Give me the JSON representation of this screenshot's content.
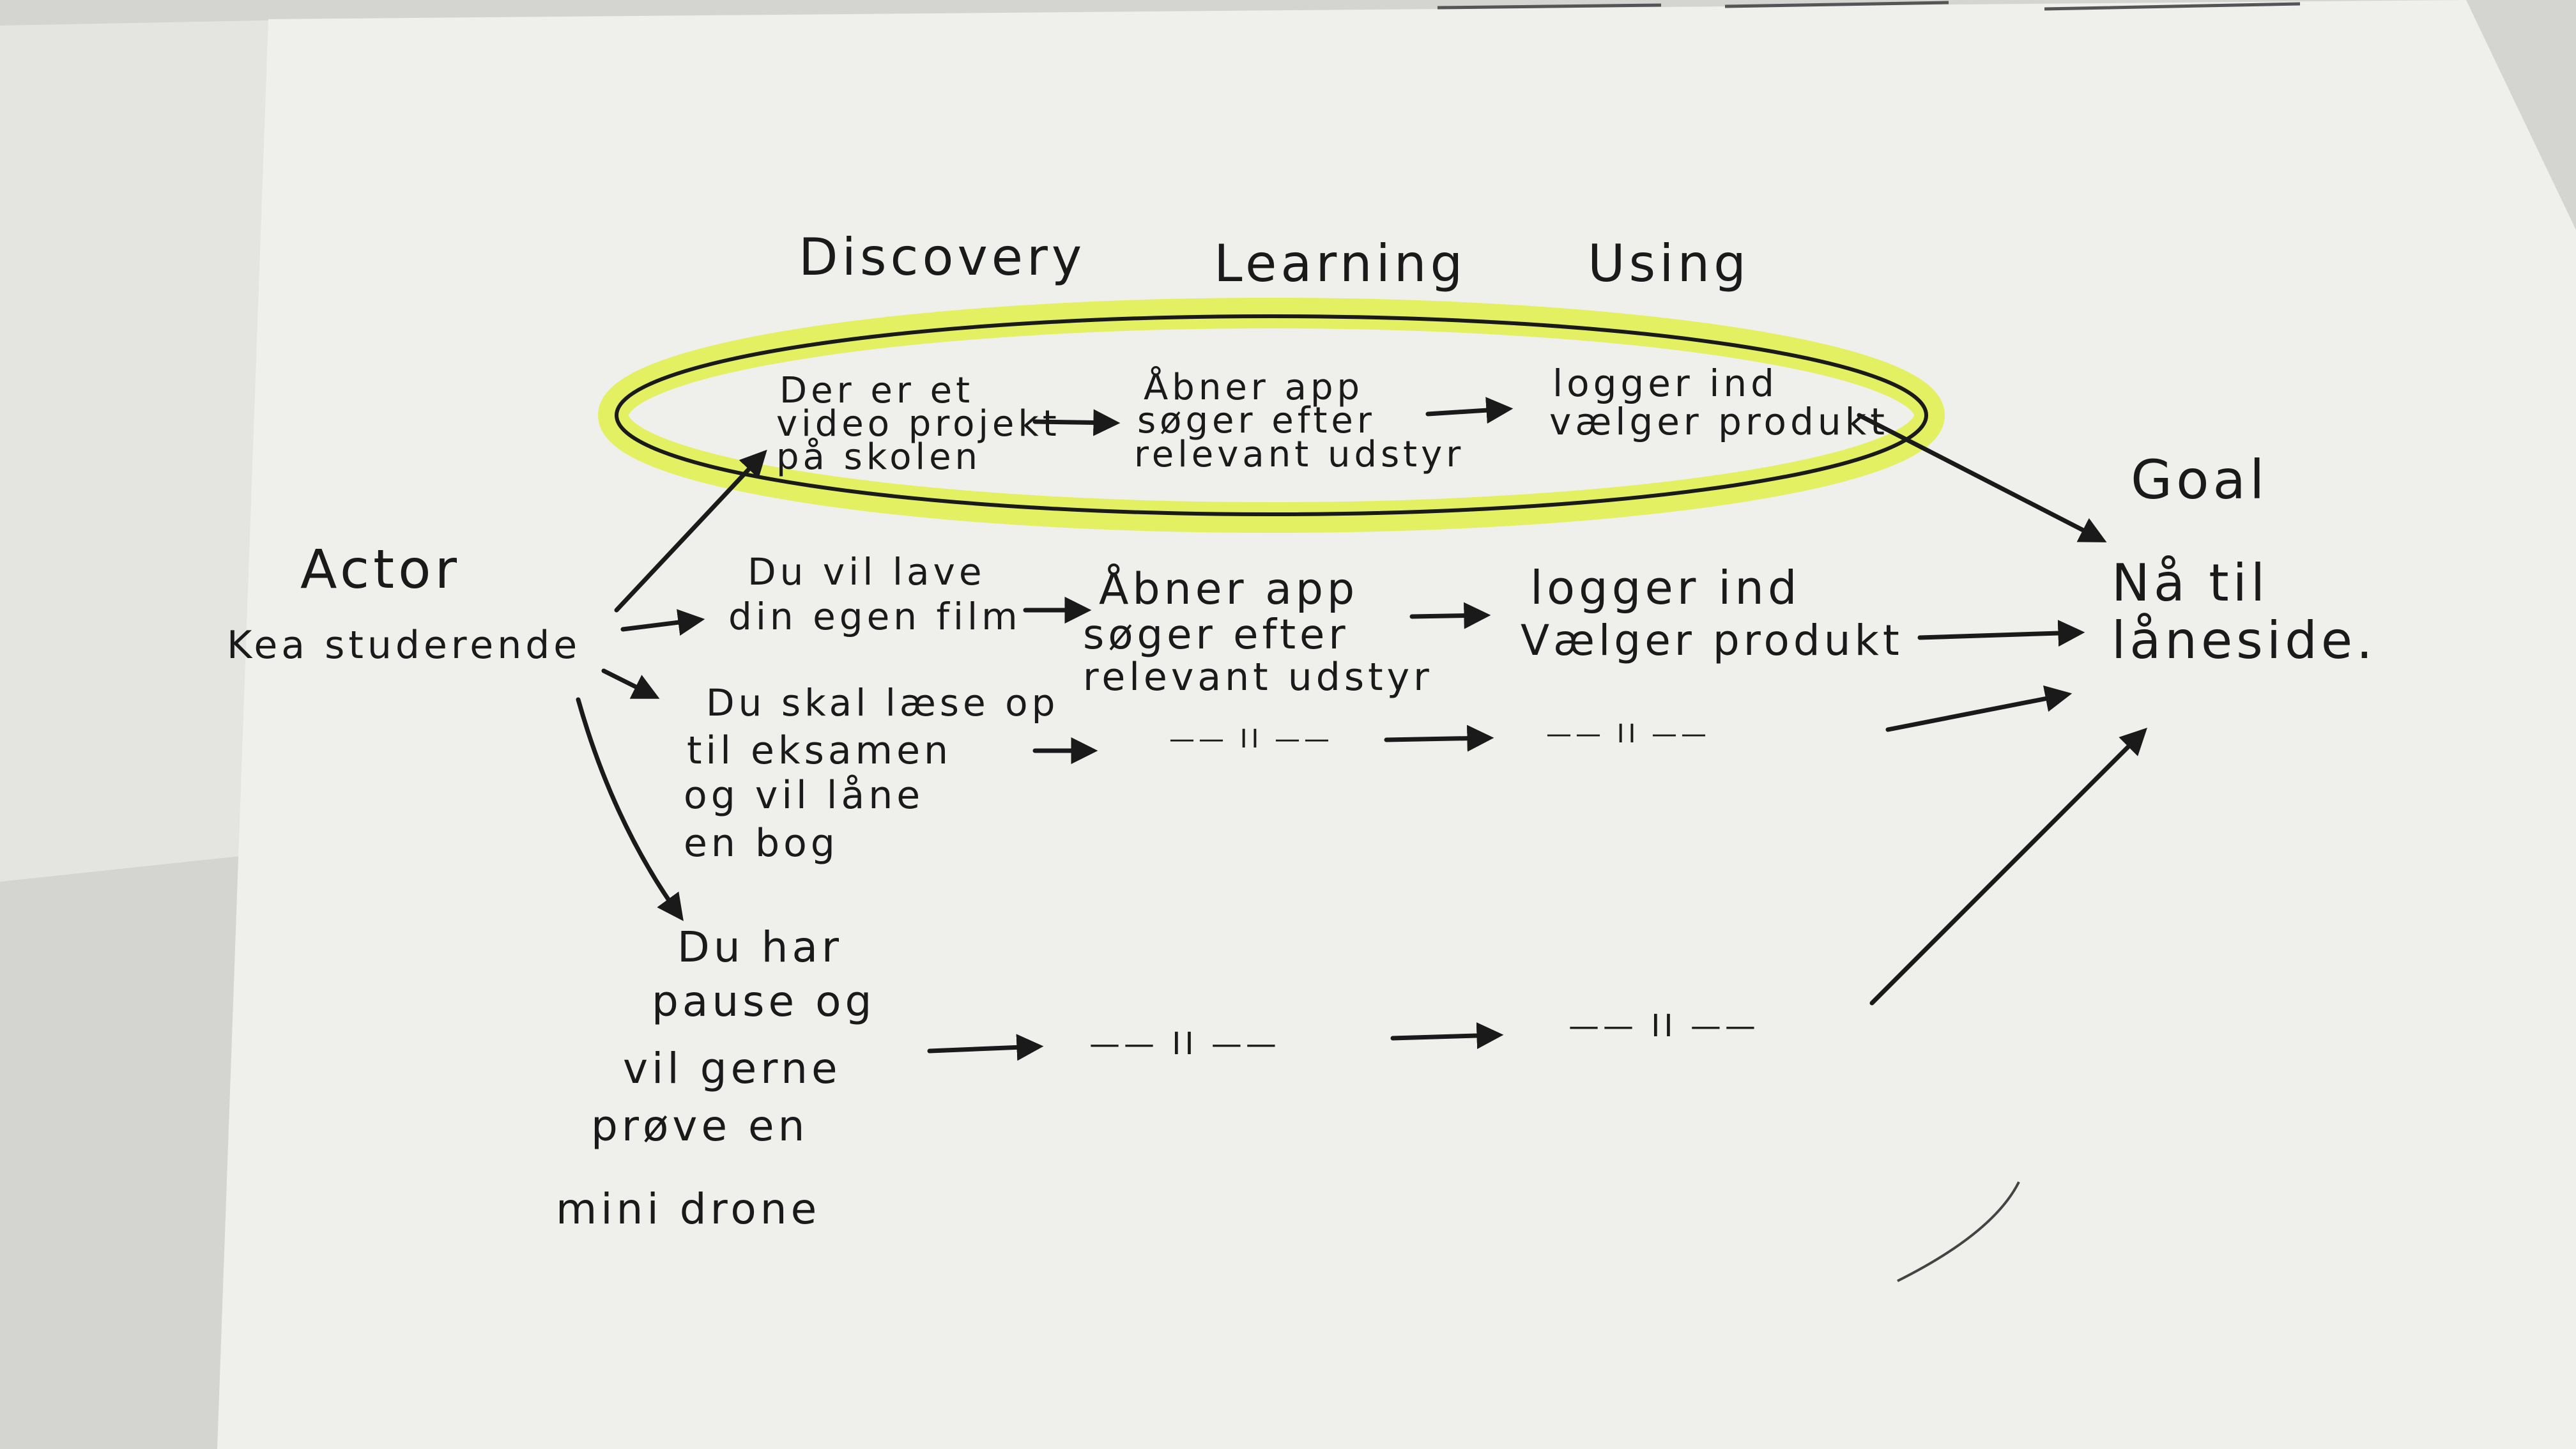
{
  "stages": {
    "discovery": "Discovery",
    "learning": "Learning",
    "using": "Using"
  },
  "actor": {
    "heading": "Actor",
    "name": "Kea studerende"
  },
  "goal": {
    "heading": "Goal",
    "line1": "Nå til",
    "line2": "låneside."
  },
  "highlighted_row": {
    "discovery": [
      "Der er et",
      "video projekt",
      "på skolen"
    ],
    "learning": [
      "Åbner app",
      "søger efter",
      "relevant udstyr"
    ],
    "using": [
      "logger ind",
      "vælger produkt"
    ]
  },
  "row_film": {
    "discovery": [
      "Du vil lave",
      "din egen film"
    ],
    "learning": [
      "Åbner app",
      "søger efter",
      "relevant udstyr"
    ],
    "using": [
      "logger ind",
      "Vælger produkt"
    ]
  },
  "row_exam": {
    "discovery": [
      "Du skal læse op",
      "til eksamen",
      "og vil låne",
      "en bog"
    ],
    "learning_ditto": "—— II ——",
    "using_ditto": "—— II ——"
  },
  "row_drone": {
    "discovery": [
      "Du har",
      "pause og",
      "vil gerne",
      "prøve en",
      "mini drone"
    ],
    "learning_ditto": "—— II ——",
    "using_ditto": "—— II ——"
  },
  "colors": {
    "paper": "#efefec",
    "ink": "#1a1a1a",
    "highlight": "#dff04a"
  }
}
